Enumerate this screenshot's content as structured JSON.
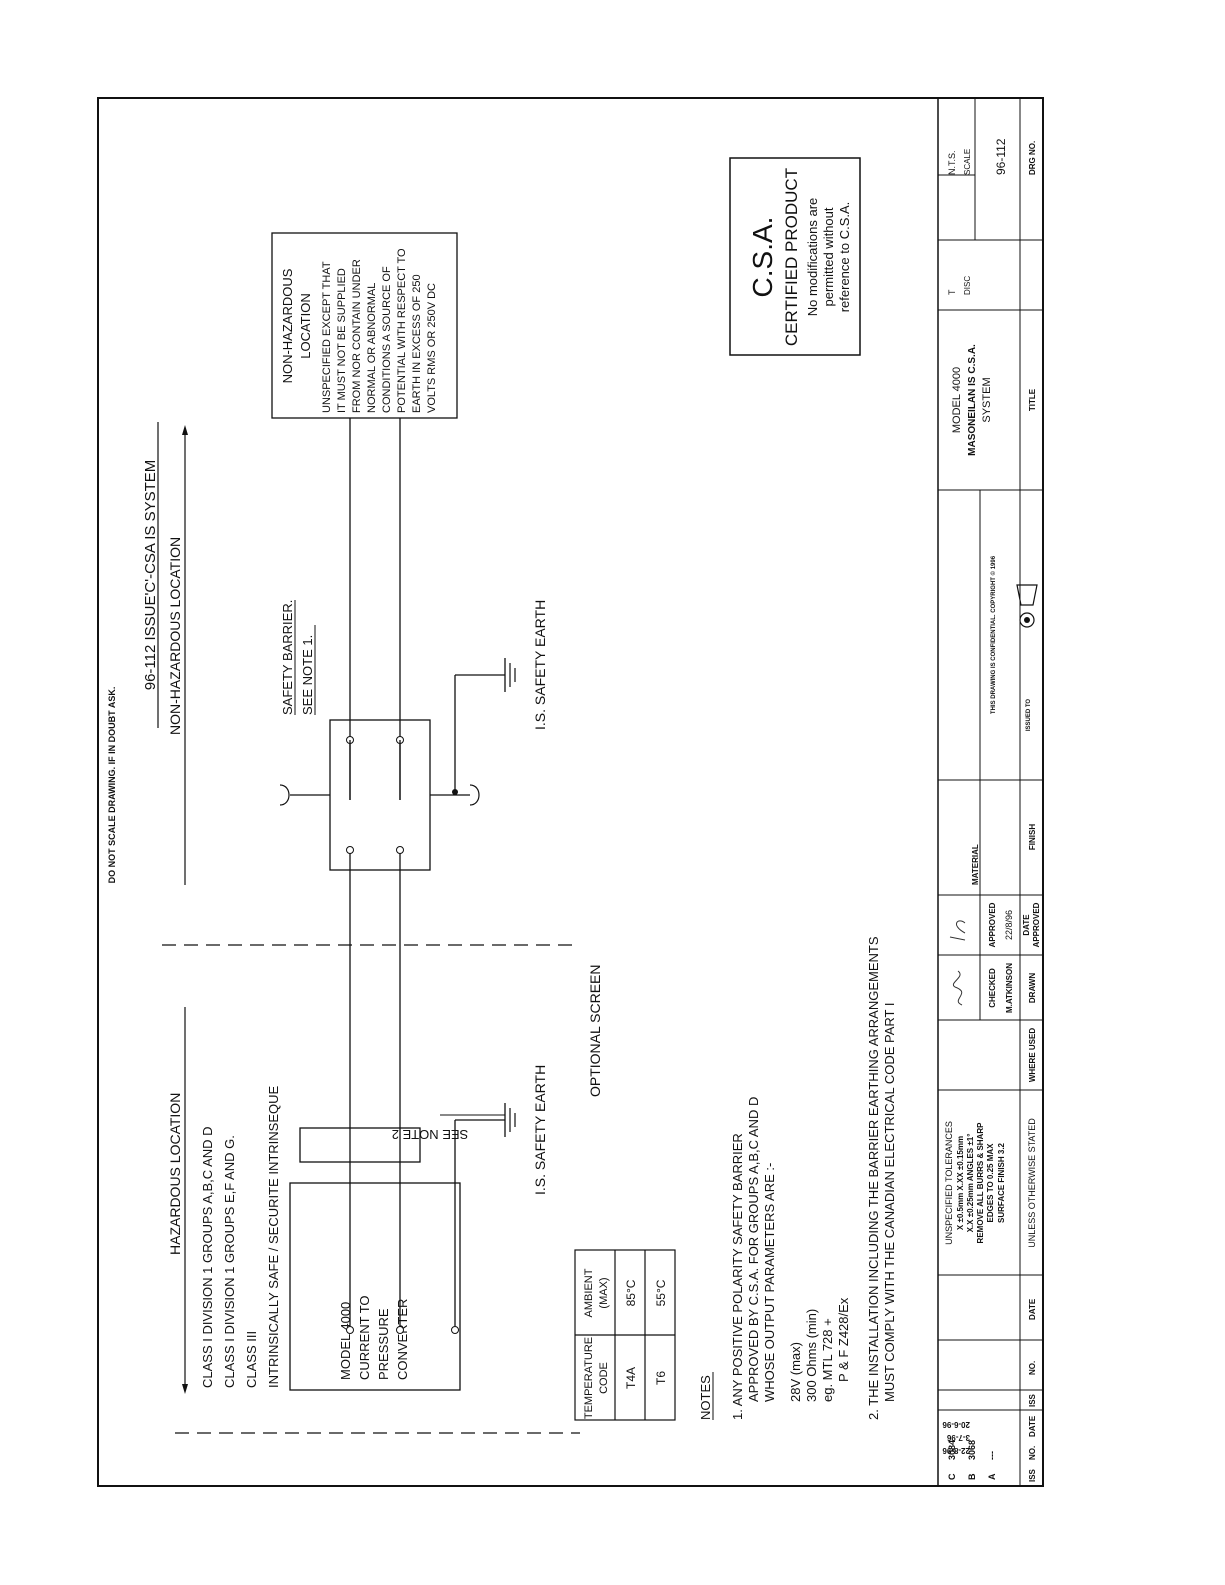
{
  "header": {
    "drawing_note": "DO NOT SCALE DRAWING. IF IN DOUBT ASK.",
    "title": "96-112 ISSUE'C'-CSA IS SYSTEM"
  },
  "zones": {
    "hazardous": "HAZARDOUS LOCATION",
    "non_hazardous": "NON-HAZARDOUS LOCATION"
  },
  "classification": [
    "CLASS I DIVISION 1 GROUPS A,B,C AND D",
    "CLASS I DIVISION 1 GROUPS E,F AND G.",
    "CLASS III",
    "INTRINSICALLY SAFE / SECURITE INTRINSEQUE"
  ],
  "device": [
    "MODEL 4000",
    "CURRENT TO",
    "PRESSURE",
    "CONVERTER"
  ],
  "labels": {
    "see_note_2": "SEE NOTE 2",
    "optional_screen": "OPTIONAL SCREEN",
    "is_earth_left": "I.S. SAFETY EARTH",
    "is_earth_right": "I.S. SAFETY EARTH",
    "barrier_1": "SAFETY BARRIER.",
    "barrier_2": "SEE NOTE 1."
  },
  "temp_table": {
    "headers": [
      [
        "TEMPERATURE",
        "CODE"
      ],
      [
        "AMBIENT",
        "(MAX)"
      ]
    ],
    "rows": [
      [
        "T4A",
        "85°C"
      ],
      [
        "T6",
        "55°C"
      ]
    ]
  },
  "nonhaz_box": {
    "title": [
      "NON-HAZARDOUS",
      "LOCATION"
    ],
    "body": [
      "UNSPECIFIED EXCEPT THAT",
      "IT MUST NOT BE SUPPLIED",
      "FROM NOR CONTAIN UNDER",
      "NORMAL OR ABNORMAL",
      "CONDITIONS A SOURCE OF",
      "POTENTIAL WITH RESPECT TO",
      "EARTH IN EXCESS OF 250",
      "VOLTS RMS OR 250V DC"
    ]
  },
  "csa": {
    "title": "C.S.A.",
    "subtitle": "CERTIFIED PRODUCT",
    "lines": [
      "No modifications are",
      "permitted without",
      "reference to C.S.A."
    ]
  },
  "notes": {
    "heading": "NOTES",
    "note1": [
      "1. ANY POSITIVE POLARITY SAFETY BARRIER",
      "APPROVED BY C.S.A. FOR GROUPS A,B,C AND D",
      "WHOSE OUTPUT PARAMETERS ARE :-"
    ],
    "params": [
      "28V (max)",
      "300 Ohms (min)",
      "eg. MTL 728 +",
      "P & F Z428/Ex"
    ],
    "note2": [
      "2. THE INSTALLATION INCLUDING THE BARRIER EARTHING ARRANGEMENTS",
      "MUST COMPLY WITH THE CANADIAN ELECTRICAL CODE PART I"
    ]
  },
  "title_block": {
    "rev_rows": [
      [
        "C",
        "3084",
        "22-8-96"
      ],
      [
        "B",
        "3068",
        "3-7-96"
      ],
      [
        "A",
        "---",
        "20-6-96"
      ]
    ],
    "rev_headers": [
      "ISS",
      "NO.",
      "DATE",
      "ISS",
      "NO.",
      "DATE"
    ],
    "tolerances": [
      "UNSPECIFIED TOLERANCES",
      "X ±0.5mm  X.XX ±0.15mm",
      "X.X ±0.25mm  ANGLES ±1°",
      "REMOVE ALL BURRS & SHARP",
      "EDGES TO 0.25 MAX",
      "SURFACE FINISH 3.2",
      "UNLESS OTHERWISE STATED"
    ],
    "where_used": "WHERE USED",
    "checked": "CHECKED",
    "approved": "APPROVED",
    "drawn_by": "M.ATKINSON",
    "drawn": "DRAWN",
    "date_value": "22/8/96",
    "date_approved": [
      "DATE",
      "APPROVED"
    ],
    "material": "MATERIAL",
    "finish": "FINISH",
    "confidential": "THIS DRAWING IS CONFIDENTIAL. COPYRIGHT © 1996",
    "issued": "ISSUED TO",
    "model": [
      "MODEL 4000",
      "MASONEILAN IS C.S.A.",
      "SYSTEM"
    ],
    "title_label": "TITLE",
    "disc_value": "T",
    "disc_label": "DISC",
    "scale_value": "N.T.S.",
    "scale_label": "SCALE",
    "drg_no": "96-112",
    "drg_label": "DRG NO."
  }
}
